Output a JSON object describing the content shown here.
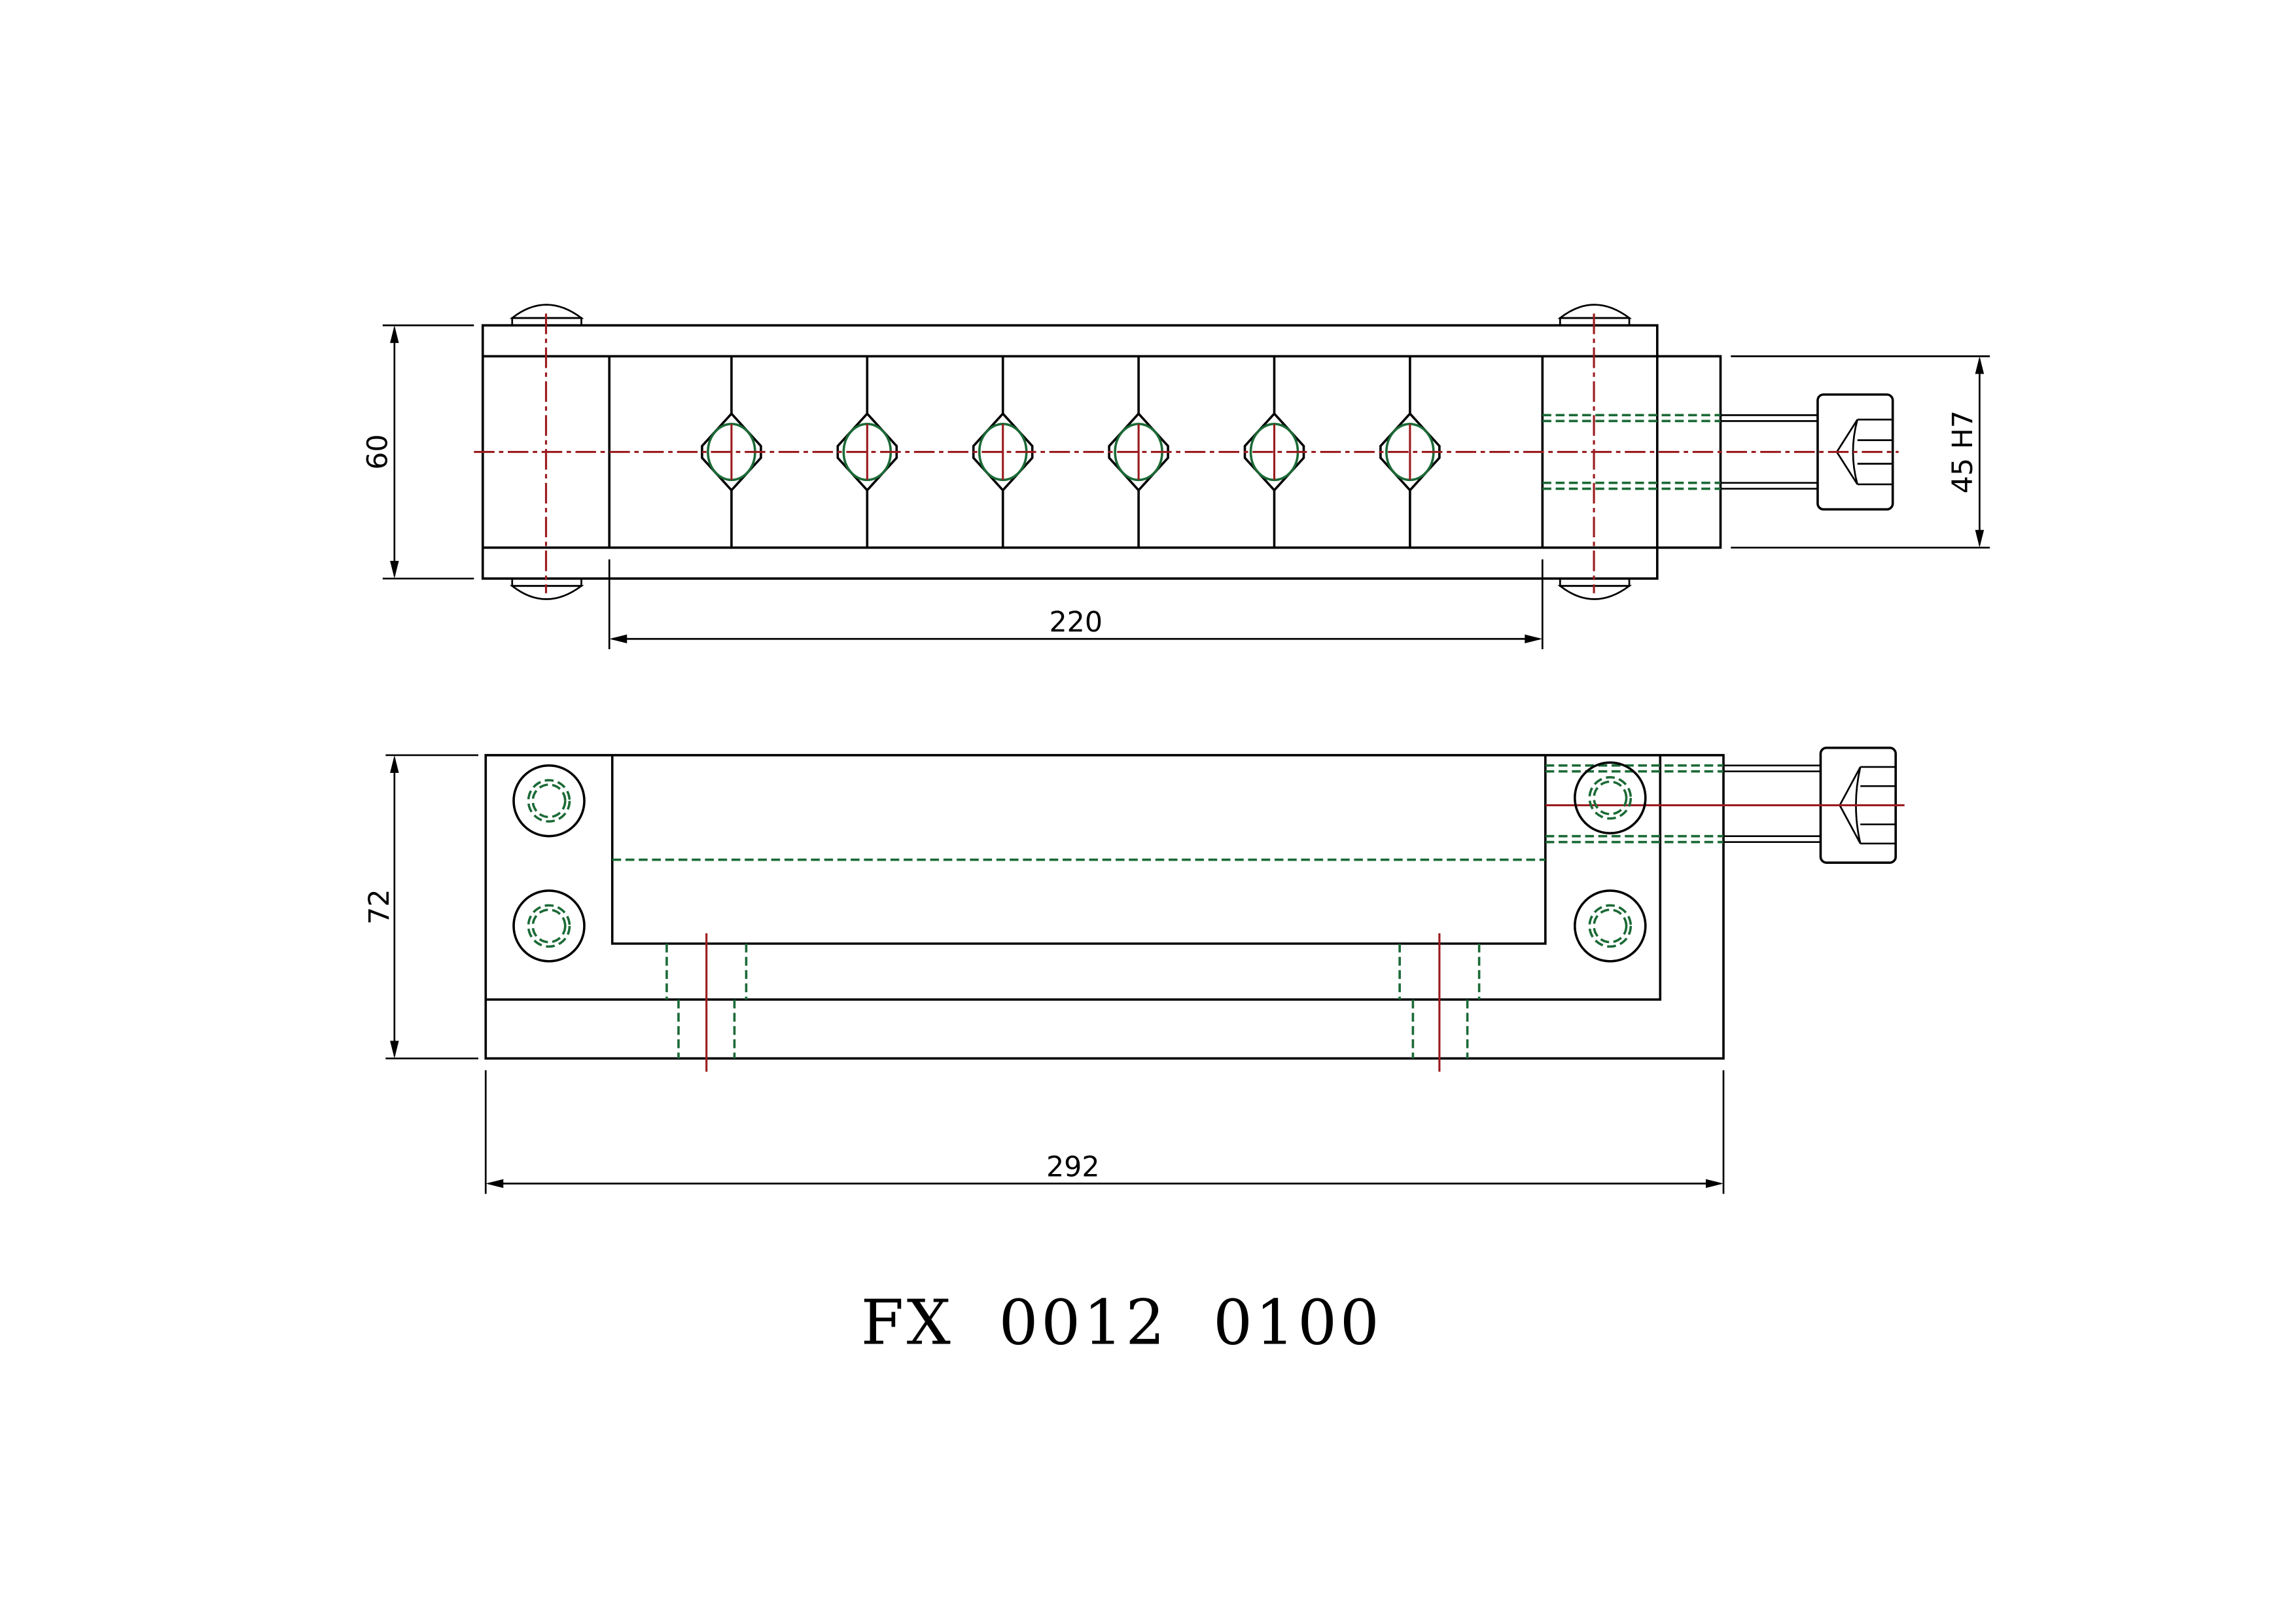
{
  "drawing": {
    "title": "FX  0012  0100",
    "top_view": {
      "dim_height": "60",
      "dim_bore": "45  H7",
      "dim_length": "220",
      "v_block_count": 6
    },
    "side_view": {
      "dim_height": "72",
      "dim_overall_length": "292"
    },
    "colors": {
      "outline": "#000000",
      "hidden_lines": "#1b6a36",
      "center_lines": "#9b1c20"
    }
  }
}
